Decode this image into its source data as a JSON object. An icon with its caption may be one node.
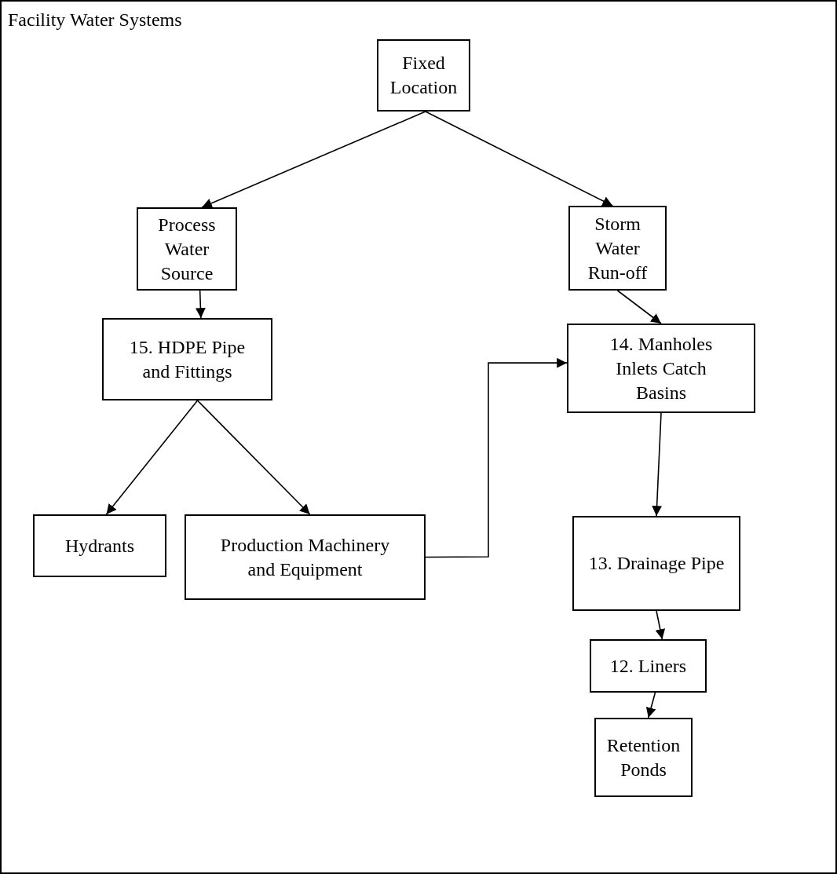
{
  "diagram": {
    "nodes": [
      {
        "text": [
          "Facility Water Systems"
        ]
      },
      {
        "text": [
          "Fixed Location"
        ],
        "in": 0
      },
      {
        "text": [
          "Process Water Source"
        ],
        "in": 0
      },
      {
        "text": [
          "Storm Water Run-off"
        ],
        "in": 0
      },
      {
        "text": [
          "15. HDPE Pipe and Fittings"
        ],
        "in": 0
      },
      {
        "text": [
          "14. Manholes Inlets Catch Basins"
        ],
        "in": 0
      },
      {
        "text": [
          "Hydrants"
        ],
        "in": 0
      },
      {
        "text": [
          "Production Machinery and Equipment"
        ],
        "in": 0
      },
      {
        "text": [
          "13. Drainage Pipe"
        ],
        "in": 0
      },
      {
        "text": [
          "12. Liners"
        ],
        "in": 0
      },
      {
        "text": [
          "Retention Ponds"
        ],
        "in": 0
      }
    ],
    "edges": [
      {
        "from": 1,
        "to": 2,
        "arrow": "to"
      },
      {
        "from": 1,
        "to": 3,
        "arrow": "to"
      },
      {
        "from": 2,
        "to": 4,
        "arrow": "to"
      },
      {
        "from": 3,
        "to": 5,
        "arrow": "to"
      },
      {
        "from": 4,
        "to": 6,
        "arrow": "to"
      },
      {
        "from": 4,
        "to": 7,
        "arrow": "to"
      },
      {
        "from": 7,
        "to": 5,
        "arrow": "to"
      },
      {
        "from": 5,
        "to": 8,
        "arrow": "to"
      },
      {
        "from": 8,
        "to": 9,
        "arrow": "to"
      },
      {
        "from": 9,
        "to": 10,
        "arrow": "to"
      }
    ]
  }
}
